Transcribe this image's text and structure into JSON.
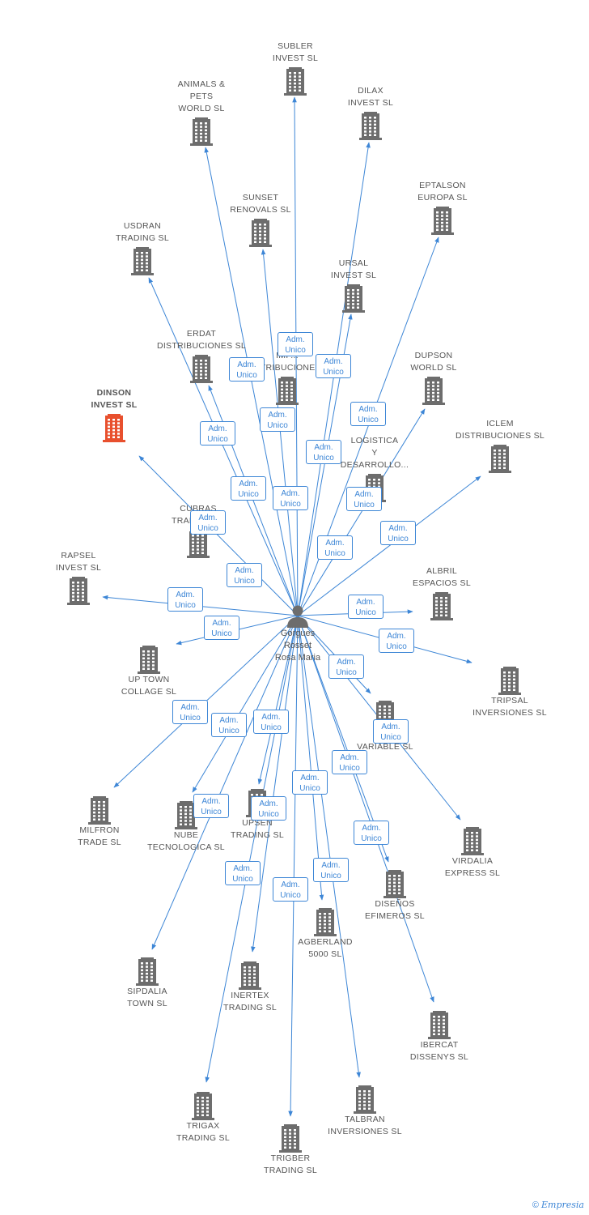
{
  "center": {
    "name": "Gorgues\nRosset\nRosa Maria"
  },
  "edge_label": "Adm.\nUnico",
  "colors": {
    "edge": "#3d86d6",
    "building": "#6d6d6d",
    "highlight": "#e8502e"
  },
  "footer": {
    "copyright": "©",
    "brand": "Empresia"
  },
  "companies": [
    {
      "label": "SUBLER\nINVEST SL"
    },
    {
      "label": "ANIMALS &\nPETS\nWORLD SL"
    },
    {
      "label": "DILAX\nINVEST SL"
    },
    {
      "label": "EPTALSON\nEUROPA SL"
    },
    {
      "label": "SUNSET\nRENOVALS SL"
    },
    {
      "label": "USDRAN\nTRADING SL"
    },
    {
      "label": "URSAL\nINVEST SL"
    },
    {
      "label": "ERDAT\nDISTRIBUCIONES SL"
    },
    {
      "label": "IMP...\nDISTRIBUCIONES..."
    },
    {
      "label": "DUPSON\nWORLD SL"
    },
    {
      "label": "DINSON\nINVEST SL"
    },
    {
      "label": "ICLEM\nDISTRIBUCIONES SL"
    },
    {
      "label": "LOGISTICA\nY\nDESARROLLO..."
    },
    {
      "label": "CUBRAS\nTRADING SL"
    },
    {
      "label": "RAPSEL\nINVEST SL"
    },
    {
      "label": "ALBRIL\nESPACIOS SL"
    },
    {
      "label": "UP TOWN\nCOLLAGE SL"
    },
    {
      "label": "TRIPSAL\nINVERSIONES SL"
    },
    {
      "label": "S...\nVARIABLE SL"
    },
    {
      "label": "MILFRON\nTRADE SL"
    },
    {
      "label": "NUBE\nTECNOLOGICA SL"
    },
    {
      "label": "UPSEN\nTRADING SL"
    },
    {
      "label": "VIRDALIA\nEXPRESS SL"
    },
    {
      "label": "DISEÑOS\nEFIMEROS SL"
    },
    {
      "label": "AGBERLAND\n5000 SL"
    },
    {
      "label": "SIPDALIA\nTOWN SL"
    },
    {
      "label": "INERTEX\nTRADING SL"
    },
    {
      "label": "IBERCAT\nDISSENYS SL"
    },
    {
      "label": "TALBRAN\nINVERSIONES SL"
    },
    {
      "label": "TRIGAX\nTRADING SL"
    },
    {
      "label": "TRIGBER\nTRADING SL"
    }
  ]
}
